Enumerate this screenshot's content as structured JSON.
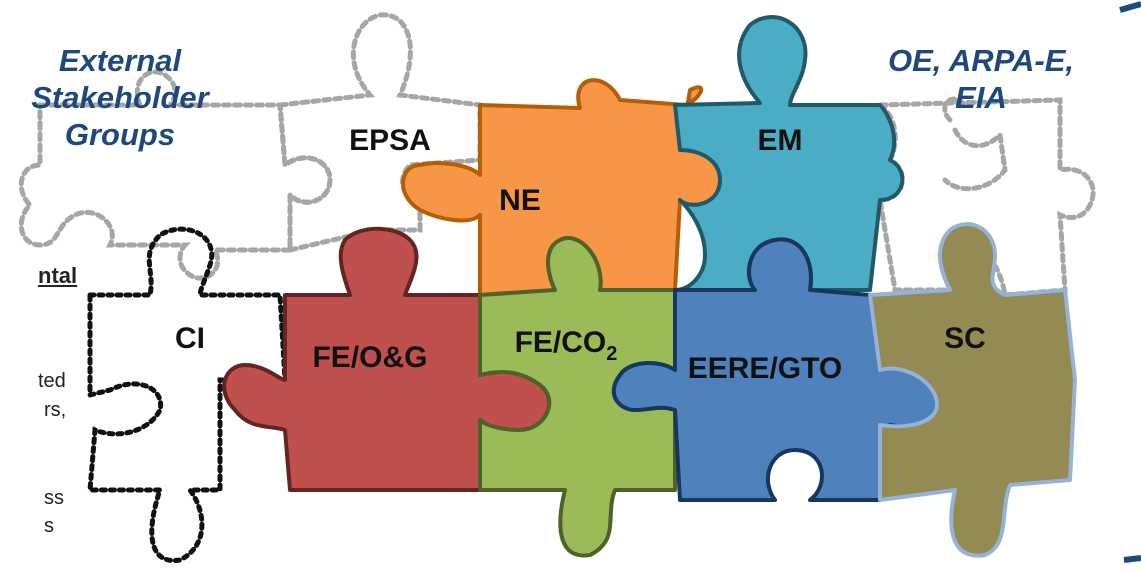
{
  "colors": {
    "ne": "#f79646",
    "em": "#4bacc6",
    "fe_og": "#c0504d",
    "fe_co2": "#9bbb59",
    "eere": "#4f81bd",
    "sc": "#948a54",
    "dashed": "#a6a6a6",
    "dotted_ci": "#111111",
    "italic_text": "#1f497d"
  },
  "stakeholders": {
    "external": "External Stakeholder Groups",
    "offices": "OE, ARPA-E, EIA"
  },
  "pieces": {
    "epsa": "EPSA",
    "ne": "NE",
    "em": "EM",
    "ci": "CI",
    "fe_og": "FE/O&G",
    "fe_co2_main": "FE/CO",
    "fe_co2_sub": "2",
    "eere_gto": "EERE/GTO",
    "sc": "SC"
  },
  "cutoff_text": {
    "heading": "ntal",
    "line1": "ted",
    "line2": "rs,",
    "line3": "ss",
    "line4": "s"
  }
}
